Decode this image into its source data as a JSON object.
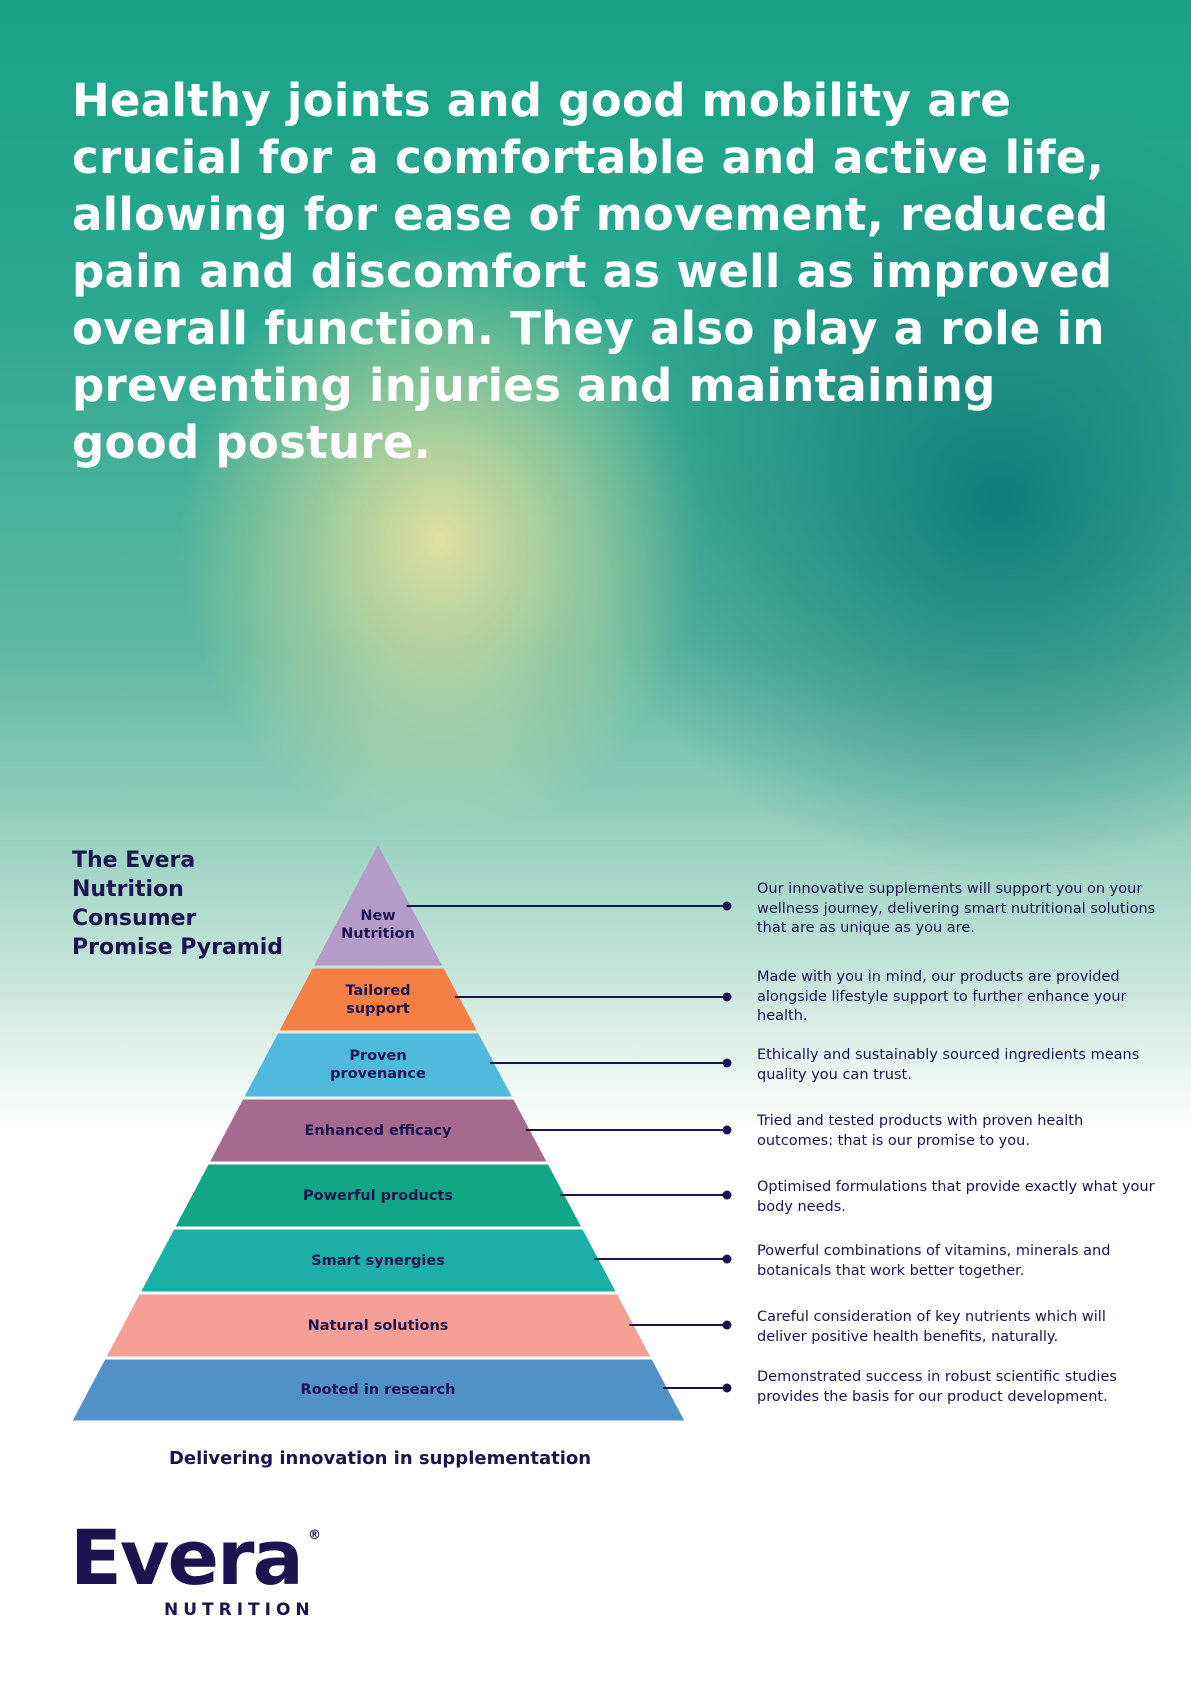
{
  "headline": "Healthy joints and good mobility are crucial for a comfortable and active life, allowing for ease of movement, reduced pain and discomfort as well as improved overall function. They also play a role in preventing injuries and maintaining good posture.",
  "pyramid_title": "The Evera Nutrition Consumer Promise Pyramid",
  "bands": [
    {
      "label": "New\nNutrition",
      "color": "#b39dc8",
      "description": "Our innovative supplements will support you on your wellness journey, delivering smart nutritional solutions that are as unique as you are."
    },
    {
      "label": "Tailored\nsupport",
      "color": "#f58045",
      "description": "Made with you in mind, our products are provided alongside lifestyle support to further enhance your health."
    },
    {
      "label": "Proven\nprovenance",
      "color": "#4fbadc",
      "description": "Ethically and sustainably sourced ingredients means quality you can trust."
    },
    {
      "label": "Enhanced efficacy",
      "color": "#a66a8f",
      "description": "Tried and tested products with proven health outcomes: that is our promise to you."
    },
    {
      "label": "Powerful products",
      "color": "#11a684",
      "description": "Optimised formulations that provide exactly what your body needs."
    },
    {
      "label": "Smart synergies",
      "color": "#1cafa8",
      "description": "Powerful combinations of vitamins, minerals and botanicals that work better together."
    },
    {
      "label": "Natural solutions",
      "color": "#f59f97",
      "description": "Careful consideration of key nutrients which will deliver positive health benefits, naturally."
    },
    {
      "label": "Rooted in research",
      "color": "#5290c8",
      "description": "Demonstrated success in robust scientific studies provides the basis for our product development."
    }
  ],
  "line_color": "#1c1450",
  "tagline": "Delivering innovation in supplementation",
  "logo": {
    "word": "Evera",
    "registered": "®",
    "sub": "NUTRITION"
  }
}
